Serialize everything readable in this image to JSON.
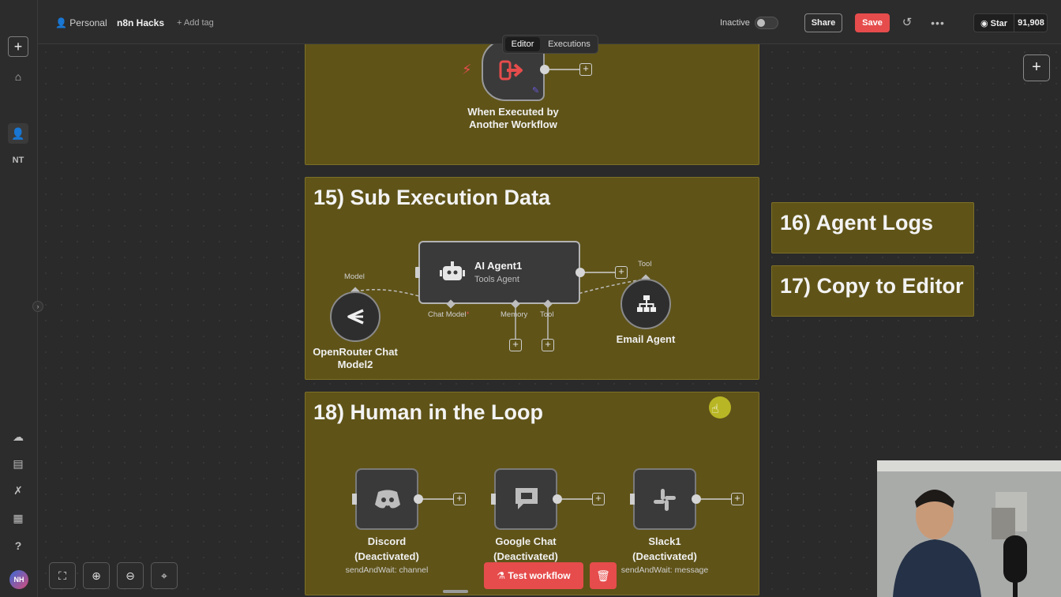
{
  "header": {
    "breadcrumb_personal": "Personal",
    "project_name": "n8n Hacks",
    "add_tag": "+ Add tag",
    "status_label": "Inactive",
    "share_label": "Share",
    "save_label": "Save",
    "github_star_label": "Star",
    "github_star_count": "91,908"
  },
  "sidebar": {
    "user_initials_nav": "NT",
    "avatar_initials": "NH"
  },
  "tabs": [
    {
      "label": "Editor",
      "active": true
    },
    {
      "label": "Executions",
      "active": false
    }
  ],
  "stickies": {
    "s15": "15) Sub Execution Data",
    "s16": "16) Agent Logs",
    "s17": "17) Copy to Editor",
    "s18": "18) Human in the Loop"
  },
  "nodes": {
    "trigger": {
      "label_line1": "When Executed by",
      "label_line2": "Another Workflow"
    },
    "agent": {
      "title": "AI Agent1",
      "subtitle": "Tools Agent"
    },
    "ports": {
      "chat_model": "Chat Model",
      "memory": "Memory",
      "tool": "Tool",
      "model": "Model",
      "tool_right": "Tool"
    },
    "openrouter": {
      "label_line1": "OpenRouter Chat",
      "label_line2": "Model2"
    },
    "email_agent": {
      "label": "Email Agent"
    },
    "discord": {
      "label_line1": "Discord",
      "label_line2": "(Deactivated)",
      "sub": "sendAndWait: channel"
    },
    "google_chat": {
      "label_line1": "Google Chat",
      "label_line2": "(Deactivated)"
    },
    "slack": {
      "label_line1": "Slack1",
      "label_line2": "(Deactivated)",
      "sub": "sendAndWait: message"
    }
  },
  "toolbar": {
    "test_workflow_label": "Test workflow"
  },
  "colors": {
    "accent": "#e64c4c",
    "sticky_bg": "#5f5318",
    "canvas_bg": "#2a2a2a"
  }
}
